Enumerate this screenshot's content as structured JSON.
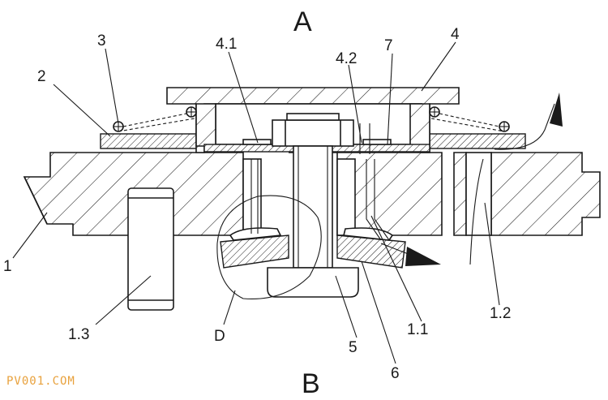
{
  "section_top": "A",
  "section_bottom": "B",
  "watermark": "PV001.COM",
  "labels": {
    "l1": "1",
    "l2": "2",
    "l3": "3",
    "l4": "4",
    "l41": "4.1",
    "l42": "4.2",
    "l5": "5",
    "l6": "6",
    "l7": "7",
    "l11": "1.1",
    "l12": "1.2",
    "l13": "1.3",
    "lD": "D"
  }
}
